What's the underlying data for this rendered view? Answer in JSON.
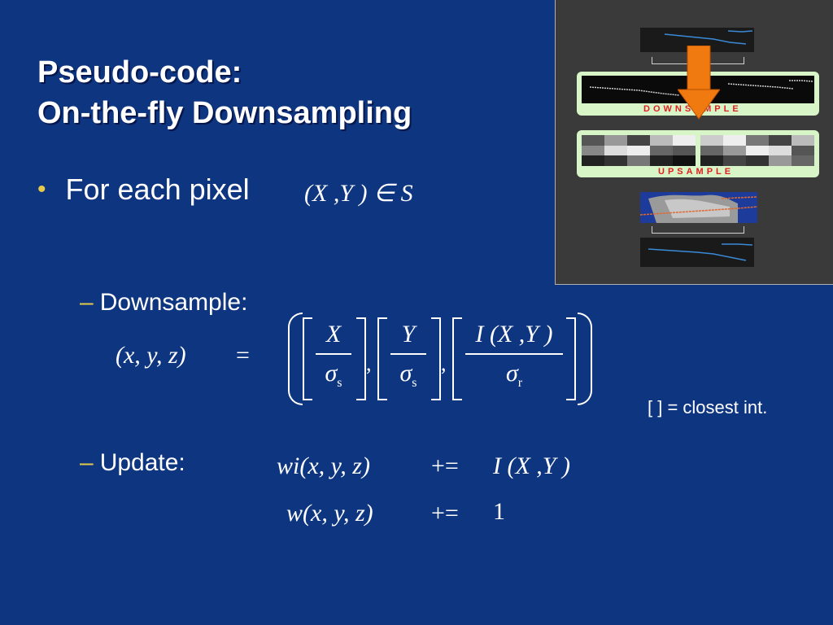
{
  "title": {
    "line1": "Pseudo-code:",
    "line2": "On-the-fly Downsampling"
  },
  "bullet": {
    "text": "For each pixel",
    "set_expr": "(X ,Y ) ∈ S"
  },
  "downsample": {
    "label": "Downsample:",
    "lhs": "(x, y, z)",
    "eq": "=",
    "frac1": {
      "num": "X",
      "den": "σ",
      "sub": "s"
    },
    "frac2": {
      "num": "Y",
      "den": "σ",
      "sub": "s"
    },
    "frac3": {
      "num": "I (X ,Y )",
      "den": "σ",
      "sub": "r"
    },
    "comma": ","
  },
  "note": "[ ] = closest int.",
  "update": {
    "label": "Update:",
    "row1": {
      "lhs": "wi(x, y, z)",
      "op": "+=",
      "rhs": "I (X ,Y )"
    },
    "row2": {
      "lhs": "w(x, y, z)",
      "op": "+=",
      "rhs": "1"
    }
  },
  "diagram": {
    "downsample_label": "DOWNSAMPLE",
    "upsample_label": "UPSAMPLE",
    "accent_green": "#d7f5c7",
    "arrow_color": "#f07a10",
    "label_color": "#e02020"
  },
  "colors": {
    "background": "#0e3580",
    "bullet_accent": "#e6c84a"
  }
}
